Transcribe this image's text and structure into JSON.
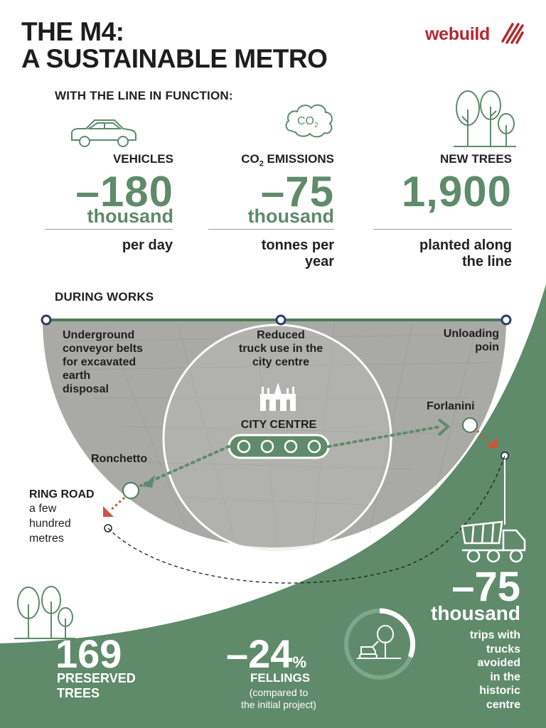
{
  "header": {
    "title_line1": "THE M4:",
    "title_line2": "A SUSTAINABLE METRO",
    "logo_text": "webuild",
    "logo_icon": "webuild-stripes-logo"
  },
  "colors": {
    "green": "#5f8b6b",
    "dark_green_line": "#4d7a5b",
    "navy": "#2b3d66",
    "red_orange": "#d0543a",
    "logo_red": "#b5282f"
  },
  "line_in_function": {
    "heading": "WITH THE LINE IN FUNCTION:",
    "stats": [
      {
        "icon": "car-icon",
        "label": "VEHICLES",
        "value": "–180",
        "unit": "thousand",
        "sub": "per day"
      },
      {
        "icon": "co2-cloud-icon",
        "label_main": "CO",
        "label_sub": "2",
        "label_rest": " EMISSIONS",
        "icon_text_main": "CO",
        "icon_text_sub": "2",
        "value": "–75",
        "unit": "thousand",
        "sub_line1": "tonnes per",
        "sub_line2": "year"
      },
      {
        "icon": "trees-icon",
        "label": "NEW TREES",
        "value": "1,900",
        "sub_line1": "planted along",
        "sub_line2": "the line"
      }
    ]
  },
  "during_works": {
    "heading": "DURING WORKS",
    "points": [
      {
        "text": [
          "Underground",
          "conveyor belts",
          "for excavated",
          "earth",
          "disposal"
        ]
      },
      {
        "text": [
          "Reduced",
          "truck use in the",
          "city centre"
        ]
      },
      {
        "text": [
          "Unloading",
          "poin"
        ]
      }
    ],
    "city_centre": "CITY CENTRE",
    "city_centre_icon": "duomo-cathedral-icon",
    "forlanini": "Forlanini",
    "ronchetto": "Ronchetto",
    "ring_road": "RING ROAD",
    "ring_road_note": [
      "a few",
      "hundred",
      "metres"
    ]
  },
  "truck_stat": {
    "icon": "dump-truck-icon",
    "value": "–75",
    "unit": "thousand",
    "text": [
      "trips with",
      "trucks",
      "avoided",
      "in the",
      "historic",
      "centre"
    ]
  },
  "trees_stat": {
    "icon": "trees-icon",
    "value": "169",
    "label": [
      "PRESERVED",
      "TREES"
    ]
  },
  "fellings_stat": {
    "value": "–24",
    "percent": "%",
    "label": "FELLINGS",
    "note": [
      "(compared to",
      "the initial project)"
    ],
    "icon": "tree-excavator-icon",
    "gauge_fraction": 0.24
  }
}
